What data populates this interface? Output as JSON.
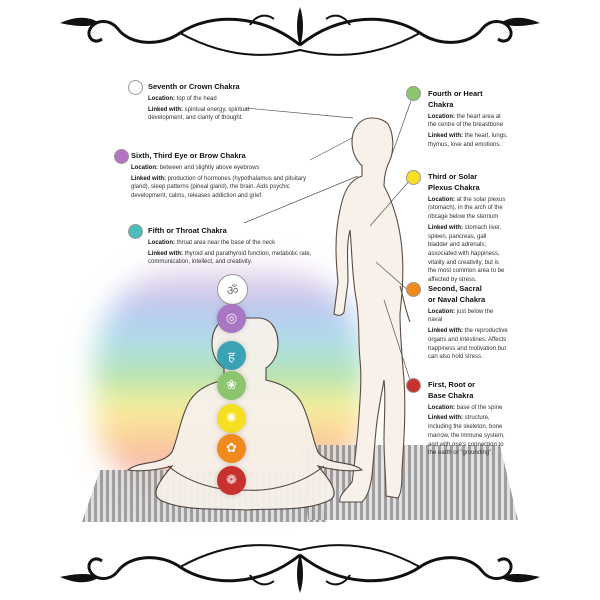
{
  "chakras": {
    "crown": {
      "title": "Seventh or Crown Chakra",
      "location_label": "Location:",
      "location": "top of the head",
      "linked_label": "Linked with:",
      "linked": "spiritual energy, spiritual development, and clarity of thought.",
      "color": "#ffffff"
    },
    "brow": {
      "title": "Sixth, Third Eye or Brow Chakra",
      "location_label": "Location:",
      "location": "between and slightly above eyebrows",
      "linked_label": "Linked with:",
      "linked": "production of hormones (hypothalamus and pituitary gland), sleep patterns (pineal gland), the brain. Aids psychic development, calms, releases addiction and grief.",
      "color": "#b573c3"
    },
    "throat": {
      "title": "Fifth or Throat Chakra",
      "location_label": "Location:",
      "location": "throat area near the base of the neck",
      "linked_label": "Linked with:",
      "linked": "thyroid and parathyroid function, metabolic rate, communication, intellect, and creativity.",
      "color": "#4cbcb9"
    },
    "heart": {
      "title": "Fourth or Heart Chakra",
      "location_label": "Location:",
      "location": "the heart area at the centre of the breastbone",
      "linked_label": "Linked with:",
      "linked": "the heart, lungs, thymus, love and emotions.",
      "color": "#8cc56d"
    },
    "solar": {
      "title_line1": "Third or Solar",
      "title_line2": "Plexus Chakra",
      "location_label": "Location:",
      "location": "at the solar plexus (stomach), in the arch of the ribcage below the sternum",
      "linked_label": "Linked with:",
      "linked": "stomach liver, spleen, pancreas, gall bladder and adrenals; associated with happiness, vitality and creativity, but is the most common area to be affected by stress.",
      "color": "#f6df22"
    },
    "sacral": {
      "title_line1": "Second, Sacral",
      "title_line2": "or Naval Chakra",
      "location_label": "Location:",
      "location": "just below the naval",
      "linked_label": "Linked with:",
      "linked": "the reproductive organs and intestines. Affects happiness and motivation but can also hold stress.",
      "color": "#f08a1c"
    },
    "root": {
      "title_line1": "First, Root or",
      "title_line2": "Base Chakra",
      "location_label": "Location:",
      "location": "base of the spine",
      "linked_label": "Linked with:",
      "linked": "structure, including the skeleton, bone marrow, the immune system, and with one's connection to the earth or \"grounding\".",
      "color": "#c7322e"
    }
  },
  "stack_colors": [
    "#ffffff",
    "#a876c2",
    "#3aa3b3",
    "#8cc56d",
    "#f6df22",
    "#f08a1c",
    "#c7322e"
  ],
  "stack_glyphs": [
    "ॐ",
    "◎",
    "ह",
    "❀",
    "✺",
    "✿",
    "❁"
  ]
}
